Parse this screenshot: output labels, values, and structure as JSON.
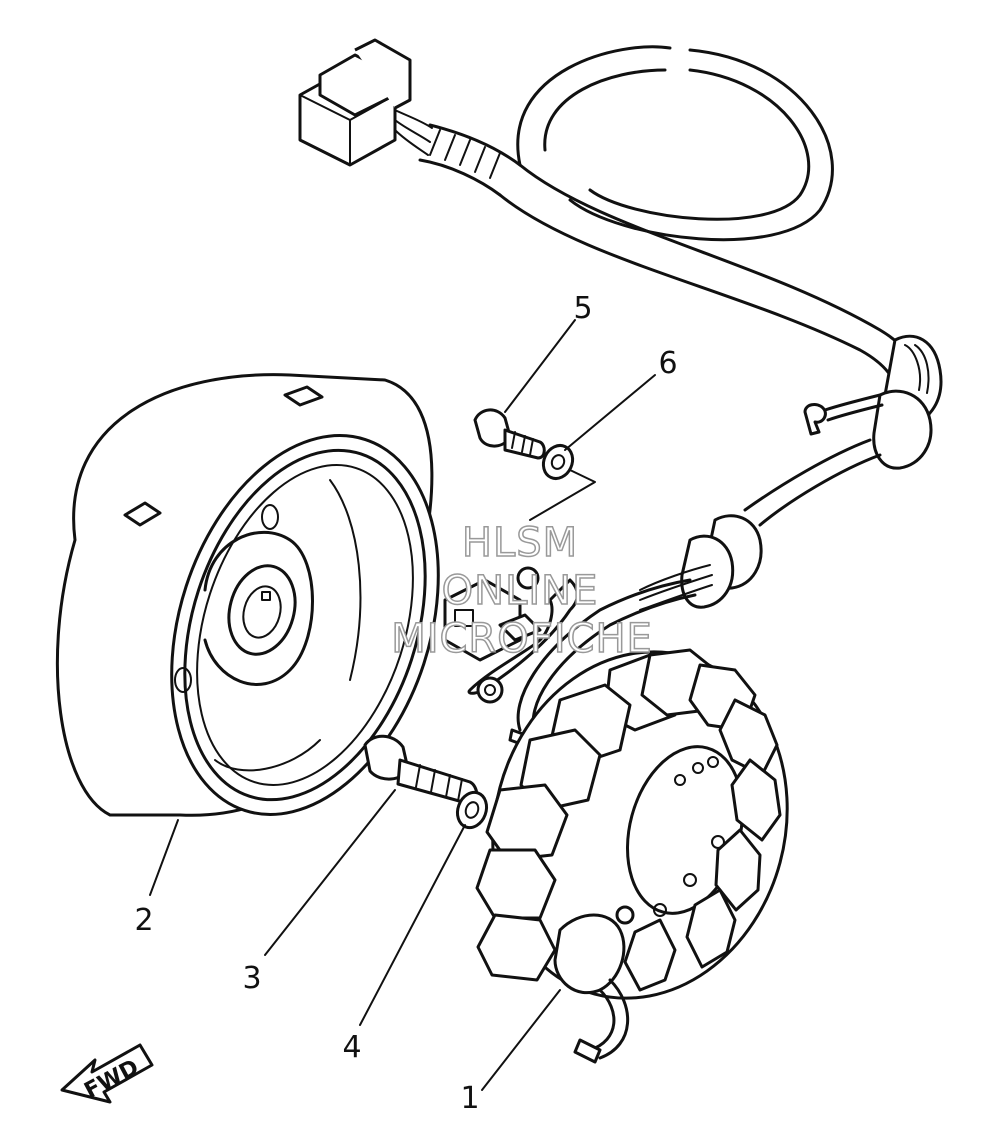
{
  "diagram": {
    "callouts": [
      {
        "id": "1",
        "label": "1"
      },
      {
        "id": "2",
        "label": "2"
      },
      {
        "id": "3",
        "label": "3"
      },
      {
        "id": "4",
        "label": "4"
      },
      {
        "id": "5",
        "label": "5"
      },
      {
        "id": "6",
        "label": "6"
      }
    ],
    "direction_label": "FWD",
    "watermark": [
      "HLSM",
      "ONLINE",
      "MICROFICHE"
    ]
  }
}
